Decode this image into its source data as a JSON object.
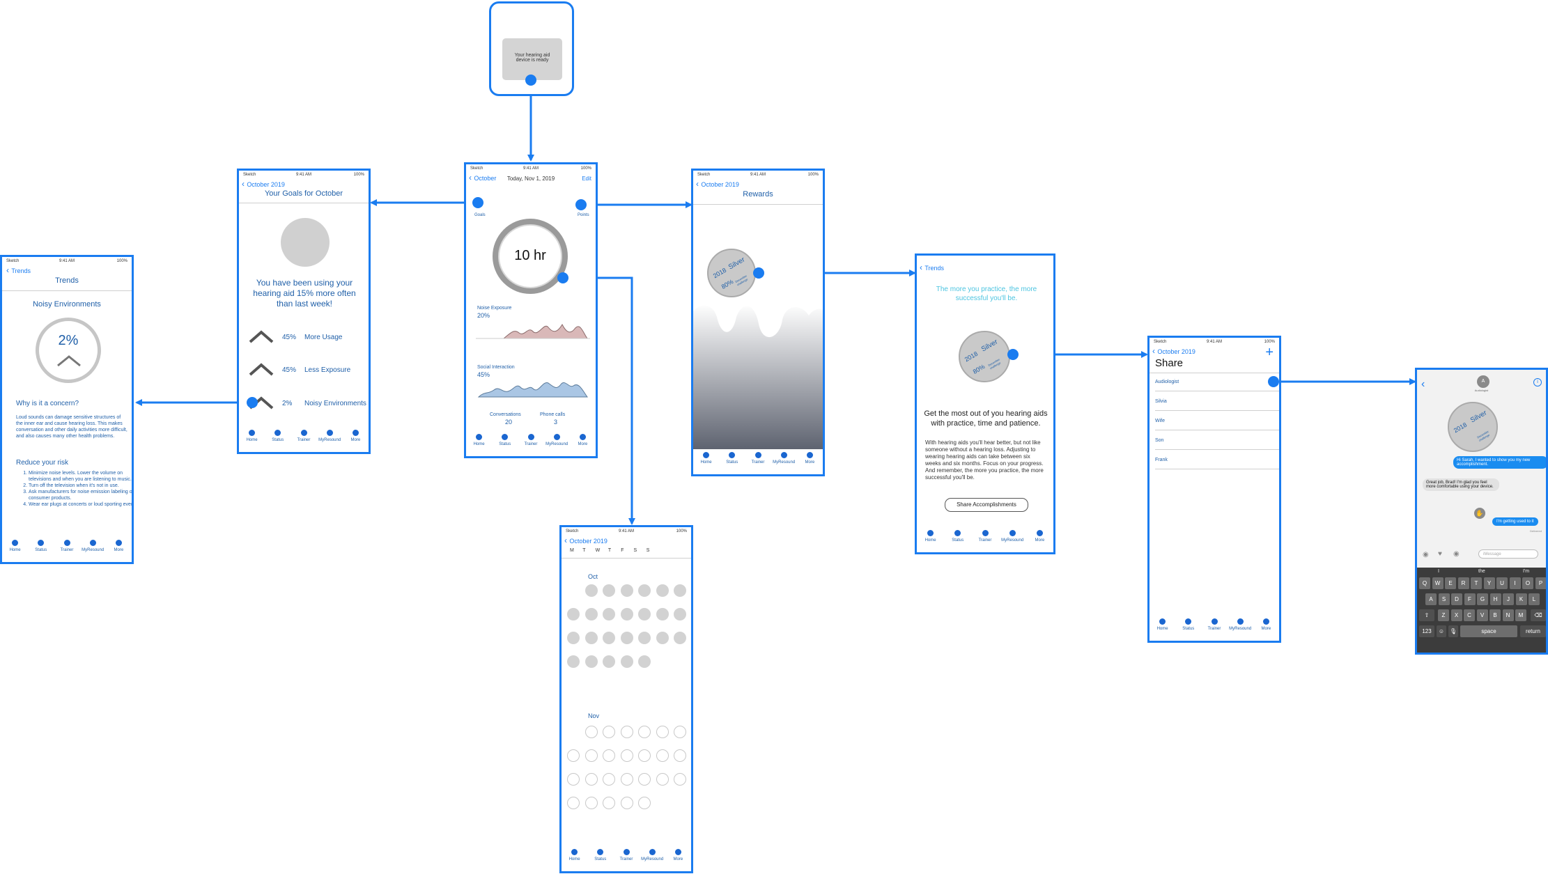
{
  "notification": {
    "text": "Your hearing aid device is ready"
  },
  "status_bar": {
    "carrier": "Sketch",
    "time": "9:41 AM",
    "battery": "100%"
  },
  "tabs": [
    "Home",
    "Status",
    "Trainer",
    "MyResound",
    "More"
  ],
  "home": {
    "back": "October",
    "title": "Today, Nov 1, 2019",
    "edit": "Edit",
    "goals_label": "Goals",
    "points_label": "Points",
    "ring_value": "10 hr",
    "noise_title": "Noise Exposure",
    "noise_value": "20%",
    "social_title": "Social Interaction",
    "social_value": "45%",
    "conversations_label": "Conversations",
    "conversations_value": "20",
    "phone_label": "Phone calls",
    "phone_value": "3"
  },
  "goals": {
    "back": "October 2019",
    "title": "Your Goals for October",
    "message": "You have been using your hearing aid 15% more often than last week!",
    "items": [
      {
        "pct": "45%",
        "label": "More Usage"
      },
      {
        "pct": "45%",
        "label": "Less Exposure"
      },
      {
        "pct": "2%",
        "label": "Noisy Environments"
      }
    ]
  },
  "trends": {
    "back": "Trends",
    "title": "Trends",
    "subtitle": "Noisy Environments",
    "ring_value": "2%",
    "q1": "Why is it a concern?",
    "p1": "Loud sounds can damage sensitive structures of the inner ear and cause hearing loss. This makes conversation and other daily activities more difficult, and also causes many other health problems.",
    "q2": "Reduce your risk",
    "list": [
      "Minimize noise levels. Lower the volume on televisions and when you are listening to music.",
      "Turn off the television when it's not in use.",
      "Ask manufacturers for noise emission labeling on consumer products.",
      "Wear ear plugs at concerts or loud sporting events."
    ]
  },
  "rewards": {
    "back": "October 2019",
    "title": "Rewards",
    "badge_year": "2018",
    "badge_level": "Silver",
    "badge_pct": "80%",
    "badge_side": "December challenge"
  },
  "calendar": {
    "back": "October 2019",
    "weekdays": [
      "M",
      "T",
      "W",
      "T",
      "F",
      "S",
      "S"
    ],
    "month1": "Oct",
    "month2": "Nov"
  },
  "practice": {
    "back": "Trends",
    "quote": "The more you practice, the more successful you'll be.",
    "heading": "Get the most out of you hearing aids with practice, time and patience.",
    "body": "With hearing aids you'll hear better, but not like someone without a hearing loss. Adjusting to wearing hearing aids can take between six weeks and six months. Focus on your progress. And remember, the more you practice, the more successful you'll be.",
    "button": "Share Accomplishments"
  },
  "share": {
    "back": "October 2019",
    "title": "Share",
    "plus": "+",
    "contacts": [
      "Audiologist",
      "Silvia",
      "Wife",
      "Son",
      "Frank"
    ]
  },
  "messages": {
    "avatar": "A",
    "contact_sub": "Audiologist",
    "msg1": "Hi Sarah, I wanted to show you my new accomplishment.",
    "msg2": "Great job, Brad! I'm glad you feel more comfortable using your device.",
    "msg3": "I'm getting used to it",
    "delivered": "Delivered",
    "input_placeholder": "iMessage",
    "suggestions": [
      "I",
      "the",
      "I'm"
    ],
    "row1": [
      "Q",
      "W",
      "E",
      "R",
      "T",
      "Y",
      "U",
      "I",
      "O",
      "P"
    ],
    "row2": [
      "A",
      "S",
      "D",
      "F",
      "G",
      "H",
      "J",
      "K",
      "L"
    ],
    "row3": [
      "Z",
      "X",
      "C",
      "V",
      "B",
      "N",
      "M"
    ],
    "key_123": "123",
    "key_space": "space",
    "key_return": "return"
  }
}
